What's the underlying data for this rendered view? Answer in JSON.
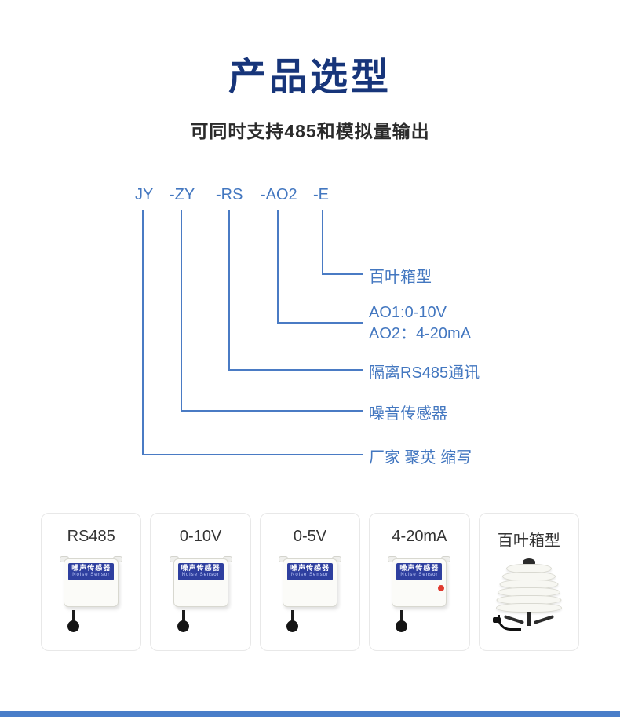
{
  "header": {
    "title": "产品选型",
    "subtitle": "可同时支持485和模拟量输出"
  },
  "model_code": {
    "parts": [
      "JY",
      "-ZY",
      "-RS",
      "-AO2",
      "-E"
    ],
    "labels": {
      "e": "百叶箱型",
      "ao_line1": "AO1:0-10V",
      "ao_line2": "AO2：4-20mA",
      "rs": "隔离RS485通讯",
      "zy": "噪音传感器",
      "jy": "厂家 聚英 缩写"
    }
  },
  "products": {
    "sensor_label_cn": "噪声传感器",
    "sensor_label_en": "Noise Sensor",
    "cards": [
      {
        "label": "RS485"
      },
      {
        "label": "0-10V"
      },
      {
        "label": "0-5V"
      },
      {
        "label": "4-20mA"
      },
      {
        "label": "百叶箱型"
      }
    ]
  },
  "colors": {
    "title_navy": "#17357a",
    "diagram_blue": "#4377c0",
    "band_blue": "#2e3f9f",
    "footer_blue": "#4a7ec9"
  }
}
